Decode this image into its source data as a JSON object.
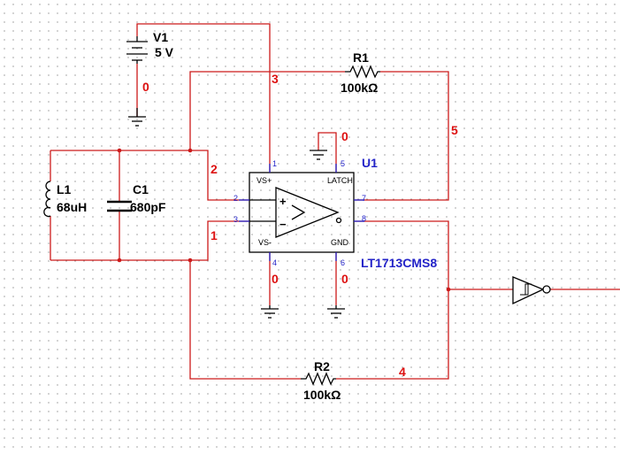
{
  "components": {
    "v1": {
      "ref": "V1",
      "value": "5 V"
    },
    "r1": {
      "ref": "R1",
      "value": "100kΩ"
    },
    "r2": {
      "ref": "R2",
      "value": "100kΩ"
    },
    "l1": {
      "ref": "L1",
      "value": "68uH"
    },
    "c1": {
      "ref": "C1",
      "value": "680pF"
    },
    "u1": {
      "ref": "U1",
      "part": "LT1713CMS8",
      "pins": {
        "p1": "1",
        "p2": "2",
        "p3": "3",
        "p4": "4",
        "p5": "5",
        "p6": "6",
        "p7": "7",
        "p8": "8"
      },
      "pin_names": {
        "vsp": "VS+",
        "latch": "LATCH",
        "vsm": "VS-",
        "gnd": "GND",
        "plus": "+",
        "minus": "−"
      }
    }
  },
  "nets": {
    "n0_v1": "0",
    "n0_latch": "0",
    "n0_pin4": "0",
    "n0_pin6": "0",
    "n1": "1",
    "n2": "2",
    "n3": "3",
    "n4": "4",
    "n5": "5"
  },
  "colors": {
    "wire": "#cc1a1a",
    "symbol": "#000000",
    "part": "#2323c8",
    "net_label": "#dd1111"
  }
}
